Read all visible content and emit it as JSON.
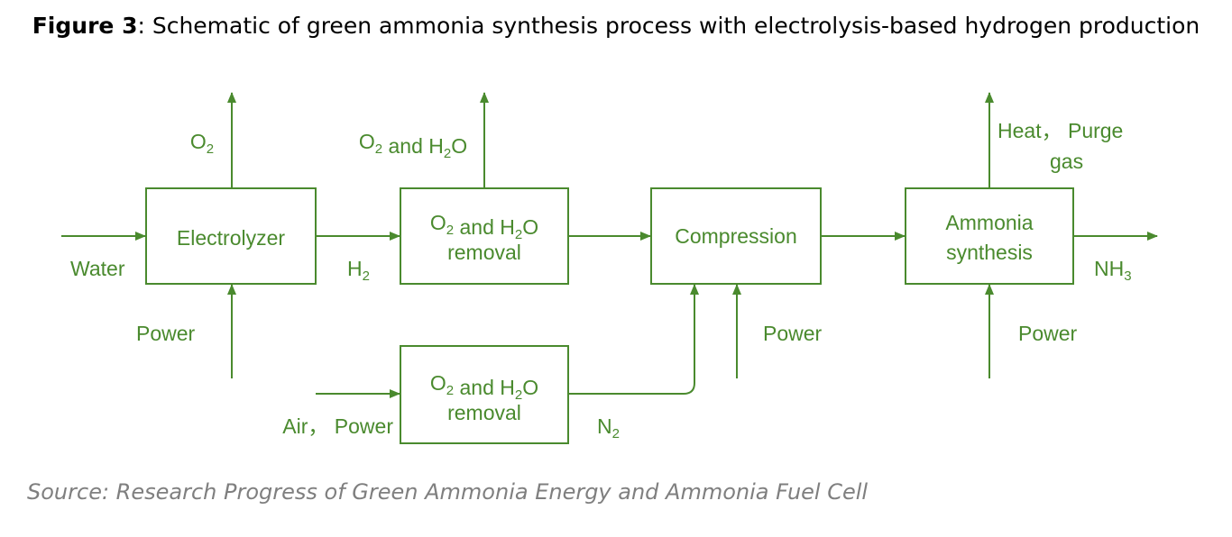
{
  "caption": {
    "prefix": "Figure 3",
    "text": ": Schematic of green ammonia synthesis process with electrolysis-based hydrogen production"
  },
  "source": "Source: Research Progress of Green Ammonia Energy and Ammonia Fuel Cell",
  "colors": {
    "diagram": "#4a8a2e",
    "source_text": "#7f7f7f"
  },
  "boxes": {
    "electrolyzer": [
      "Electrolyzer"
    ],
    "removal_top": [
      "O2 and H2O",
      "removal"
    ],
    "removal_bottom": [
      "O2 and H2O",
      "removal"
    ],
    "compression": [
      "Compression"
    ],
    "synthesis": [
      "Ammonia",
      "synthesis"
    ]
  },
  "labels": {
    "o2": "O2",
    "o2_h2o_out": "O2 and H2O",
    "water": "Water",
    "h2": "H2",
    "power_electrolyzer": "Power",
    "air_power": "Air， Power",
    "n2": "N2",
    "power_compression": "Power",
    "heat_purge": "Heat， Purge",
    "gas": "gas",
    "nh3": "NH3",
    "power_synthesis": "Power"
  }
}
